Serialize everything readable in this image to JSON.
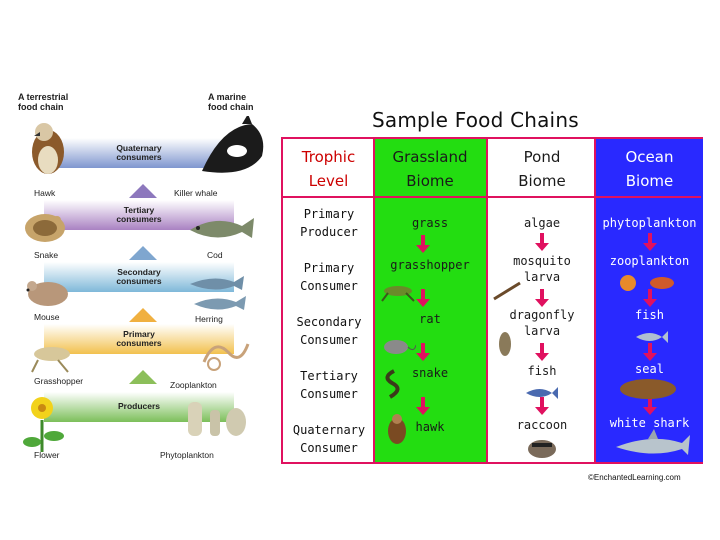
{
  "left": {
    "title_terrestrial": "A terrestrial\nfood chain",
    "title_marine": "A marine\nfood chain",
    "bands": [
      {
        "label": "Quaternary\nconsumers",
        "color": "#7f96cf"
      },
      {
        "label": "Tertiary\nconsumers",
        "color": "#a982c2"
      },
      {
        "label": "Secondary\nconsumers",
        "color": "#7fb8d9"
      },
      {
        "label": "Primary\nconsumers",
        "color": "#f2c14e"
      },
      {
        "label": "Producers",
        "color": "#7cbf5a"
      }
    ],
    "terrestrial": [
      "Hawk",
      "Snake",
      "Mouse",
      "Grasshopper",
      "Flower"
    ],
    "marine": [
      "Killer whale",
      "Cod",
      "Herring",
      "Zooplankton",
      "Phytoplankton"
    ]
  },
  "table": {
    "title": "Sample Food Chains",
    "headers": {
      "level": "Trophic\nLevel",
      "grassland": "Grassland\nBiome",
      "pond": "Pond\nBiome",
      "ocean": "Ocean\nBiome"
    },
    "levels": [
      "Primary\nProducer",
      "Primary\nConsumer",
      "Secondary\nConsumer",
      "Tertiary\nConsumer",
      "Quaternary\nConsumer"
    ],
    "grassland": [
      "grass",
      "grasshopper",
      "rat",
      "snake",
      "hawk"
    ],
    "pond": [
      "algae",
      "mosquito\nlarva",
      "dragonfly\nlarva",
      "fish",
      "raccoon"
    ],
    "ocean": [
      "phytoplankton",
      "zooplankton",
      "fish",
      "seal",
      "white shark"
    ],
    "copyright": "©EnchantedLearning.com"
  },
  "colors": {
    "border": "#e0115f",
    "grassland": "#23dd11",
    "ocean": "#2929ff",
    "header_red": "#cc0000",
    "header_green": "#1a1a1a"
  }
}
